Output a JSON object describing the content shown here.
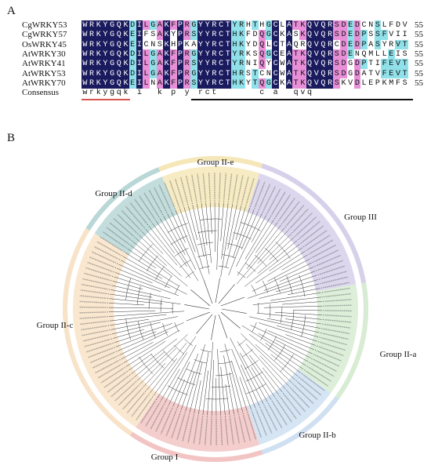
{
  "panels": {
    "a": "A",
    "b": "B"
  },
  "alignment": {
    "sequences": [
      {
        "name": "CgWRKY53",
        "residues": "WRKYGQKDILGAKFPRGYYRCTYRHTHGCLATKQVQRSDEDCNSLFDVTYRGAHTC",
        "length": "55"
      },
      {
        "name": "CgWRKY57",
        "residues": "WRKYGQKEIFSAKYPRSYYRCTHKFDQGCKASKQVQRSDEDPSSFVIITYFGEHTC",
        "length": "55"
      },
      {
        "name": "OsWRKY45",
        "residues": "WRKYGQKEICNSKHPKAYYRCTHKYDQLCTAQRQVQRCDEDPASYRVTTYIGEHTC",
        "length": "55"
      },
      {
        "name": "AtWRKY30",
        "residues": "WRKYGQKDILGAKFPRGYYRCTYRKSQGCEATKQVQRSDENQMLLEISYRGIHSC",
        "length": "55"
      },
      {
        "name": "AtWRKY41",
        "residues": "WRKYGQKDILGAKFPRSYYRCTYRNIQYCWATKQVQRSDGDPTIFEVTYRGTHTC",
        "length": "55"
      },
      {
        "name": "AtWRKY53",
        "residues": "WRKYGQKDILGAKFPRGYYRCTHRSTCNCWATKQVQRSDGDATVFEVTYRGTHTC",
        "length": "55"
      },
      {
        "name": "AtWRKY70",
        "residues": "WRKYGQKEILNAKFPRSYYRCTHKYTQGCKATKQVQRSKVDLEPKMFSITYIGNHTC",
        "length": "55"
      }
    ],
    "consensus_label": "Consensus",
    "consensus": "wrkygqk i  k p y rct      c a  qvq                y g h c",
    "colors": {
      "identical": "#1a1a5e",
      "high": "#e88fd8",
      "medium": "#8fe0e8",
      "low": "#ffffff"
    }
  },
  "tree": {
    "groups": [
      {
        "name": "Group II-e",
        "color": "#f6e7b8"
      },
      {
        "name": "Group III",
        "color": "#d6d0ea"
      },
      {
        "name": "Group II-a",
        "color": "#d7ecd2"
      },
      {
        "name": "Group II-b",
        "color": "#cfe0f2"
      },
      {
        "name": "Group I",
        "color": "#f2c4c4"
      },
      {
        "name": "Group II-c",
        "color": "#f8e3c8"
      },
      {
        "name": "Group II-d",
        "color": "#b9d7d7"
      }
    ],
    "ring_color": "#e9e4d6"
  }
}
